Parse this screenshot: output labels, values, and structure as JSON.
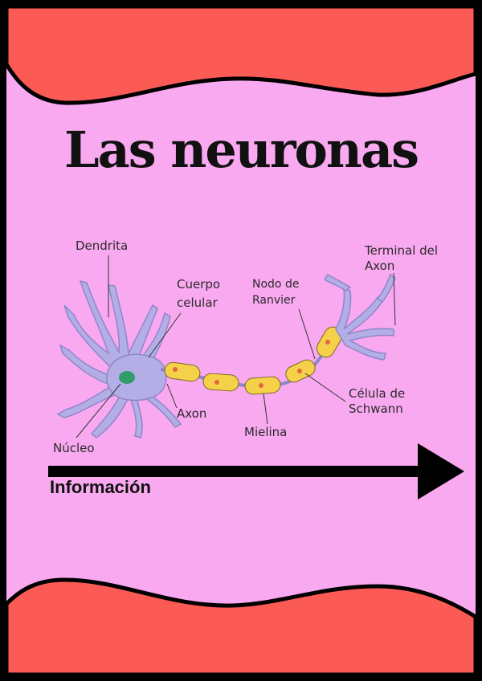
{
  "title": "Las neuronas",
  "labels": {
    "dendrita": "Dendrita",
    "terminal_line1": "Terminal del",
    "terminal_line2": "Axon",
    "cuerpo_line1": "Cuerpo",
    "cuerpo_line2": "celular",
    "nodo_line1": "Nodo de",
    "nodo_line2": "Ranvier",
    "celula_line1": "Célula de",
    "celula_line2": "Schwann",
    "axon": "Axon",
    "mielina": "Mielina",
    "nucleo": "Núcleo"
  },
  "arrow_label": "Información",
  "colors": {
    "background": "#f9a9f0",
    "wave": "#fb5a55",
    "border": "#000000",
    "neuron": "#b3aee6",
    "myelin": "#f5d14a",
    "nucleus": "#2f9c6a"
  }
}
